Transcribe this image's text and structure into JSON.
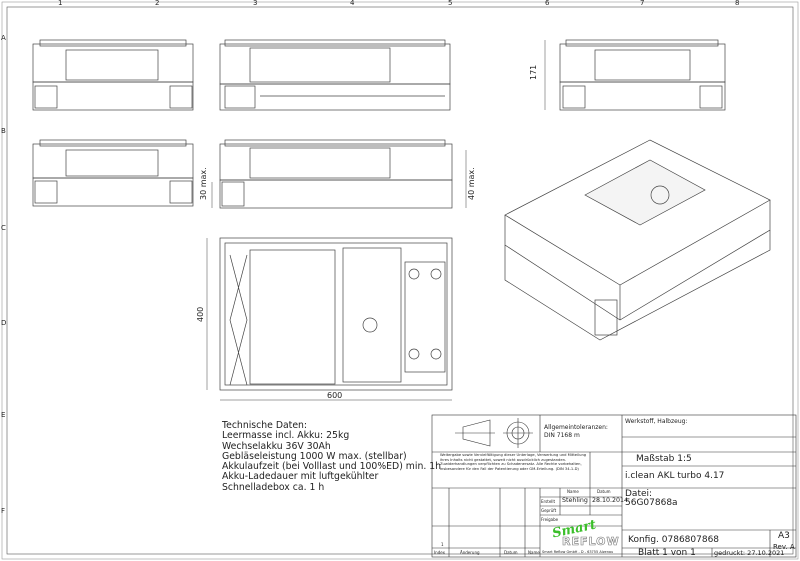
{
  "border": {
    "columns": [
      "1",
      "2",
      "3",
      "4",
      "5",
      "6",
      "7",
      "8"
    ],
    "rows": [
      "A",
      "B",
      "C",
      "D",
      "E",
      "F"
    ]
  },
  "dimensions": {
    "height_171": "171",
    "min_30": "30 max.",
    "min_40": "40 max.",
    "depth_400": "400",
    "width_600": "600"
  },
  "tech_data": {
    "title": "Technische Daten:",
    "lines": [
      "Leermasse incl. Akku: 25kg",
      "Wechselakku  36V 30Ah",
      "Gebläseleistung 1000 W max. (stellbar)",
      "Akkulaufzeit (bei Volllast und 100%ED) min. 1h",
      "Akku-Ladedauer mit luftgekühlter",
      "Schnelladebox ca. 1 h"
    ]
  },
  "title_block": {
    "tolerances": "Allgemeintoleranzen:",
    "tolerances_std": "DIN 7168 m",
    "material": "Werkstoff, Halbzeug:",
    "copyright": "Weitergabe sowie Vervielfältigung dieser Unterlage, Verwertung und Mitteilung ihres Inhalts nicht gestattet, soweit nicht ausdrücklich zugestanden. Zuwiderhandlungen verpflichten zu Schadenersatz. Alle Rechte vorbehalten, insbesondere für den Fall der Patentierung oder GM-Erteilung. (DIN 34-1-D)",
    "scale": "Maßstab 1:5",
    "product": "i.clean AKL turbo 4.17",
    "file_label": "Datei:",
    "file": "56G07868a",
    "col_name": "Name",
    "col_date": "Datum",
    "row_created": "Erstellt",
    "row_checked": "Geprüft",
    "row_release": "Freigabe",
    "created_name": "Stehling",
    "created_date": "28.10.2014",
    "config": "Konfig. 0786807868",
    "format": "A3",
    "revision": "Rev. A",
    "sheet": "Blatt 1 von 1",
    "printed": "gedruckt: 27.10.2021",
    "rev_index": "1",
    "rev_headers": [
      "Index",
      "Änderung",
      "Datum",
      "Name"
    ],
    "logo_script": "Smart",
    "logo_word": "REFLOW",
    "company": "Smart Reflow GmbH - D - 63755 Alzenau"
  }
}
